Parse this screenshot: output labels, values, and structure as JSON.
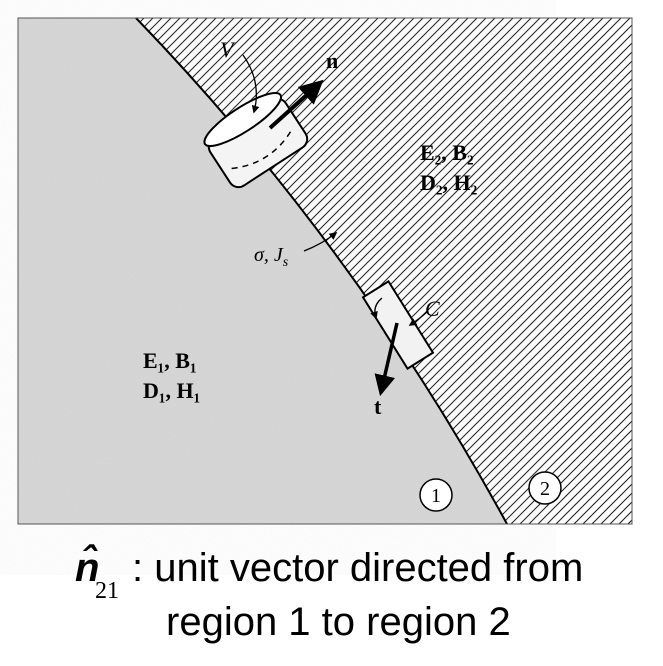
{
  "diagram": {
    "labels": {
      "volume": "V",
      "normal": "n",
      "region2_fields_line1": "E₂, B₂",
      "region2_fields_line2": "D₂, H₂",
      "region1_fields_line1": "E₁, B₁",
      "region1_fields_line2": "D₁, H₁",
      "surface_sources": "σ, J",
      "surface_sources_sub": "s",
      "contour": "C",
      "tangent": "t",
      "region1_marker": "1",
      "region2_marker": "2"
    }
  },
  "caption": {
    "symbol": "n̂",
    "subscript": "21",
    "line1": ": unit vector directed from",
    "line2": "region 1 to region 2"
  }
}
